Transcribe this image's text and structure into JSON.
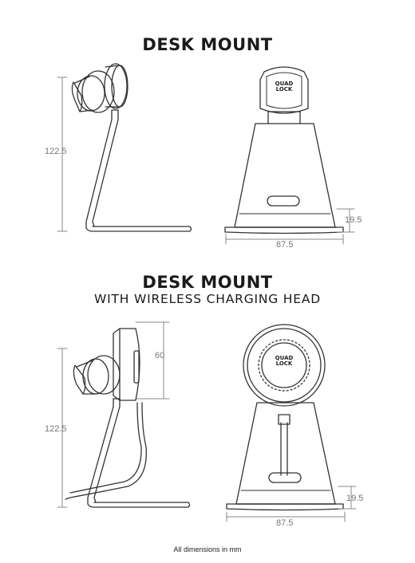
{
  "top": {
    "title": "DESK MOUNT",
    "dim_height": "122.5",
    "dim_base_height": "19.5",
    "dim_width": "87.5",
    "logo_line1": "QUAD",
    "logo_line2": "LOCK"
  },
  "bottom": {
    "title": "DESK MOUNT",
    "subtitle": "WITH WIRELESS CHARGING HEAD",
    "dim_head": "60",
    "dim_height": "122.5",
    "dim_base_height": "19.5",
    "dim_width": "87.5",
    "logo_line1": "QUAD",
    "logo_line2": "LOCK"
  },
  "footer": "All dimensions in mm"
}
